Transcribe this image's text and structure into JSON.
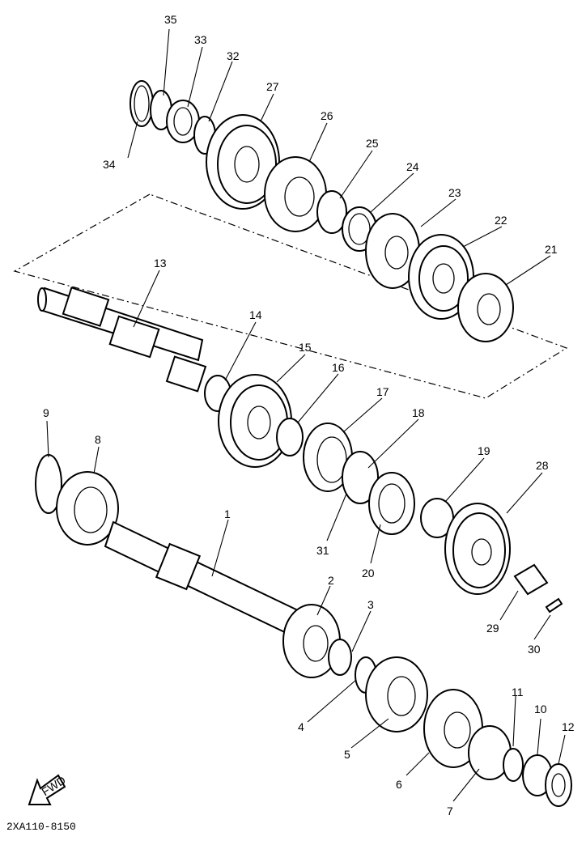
{
  "drawing_code": "2XA110-8150",
  "fwd_label": "FWD",
  "callouts": [
    "1",
    "2",
    "3",
    "4",
    "5",
    "6",
    "7",
    "8",
    "9",
    "10",
    "11",
    "12",
    "13",
    "14",
    "15",
    "16",
    "17",
    "18",
    "19",
    "20",
    "21",
    "22",
    "23",
    "24",
    "25",
    "26",
    "27",
    "28",
    "29",
    "30",
    "31",
    "32",
    "33",
    "34",
    "35"
  ]
}
